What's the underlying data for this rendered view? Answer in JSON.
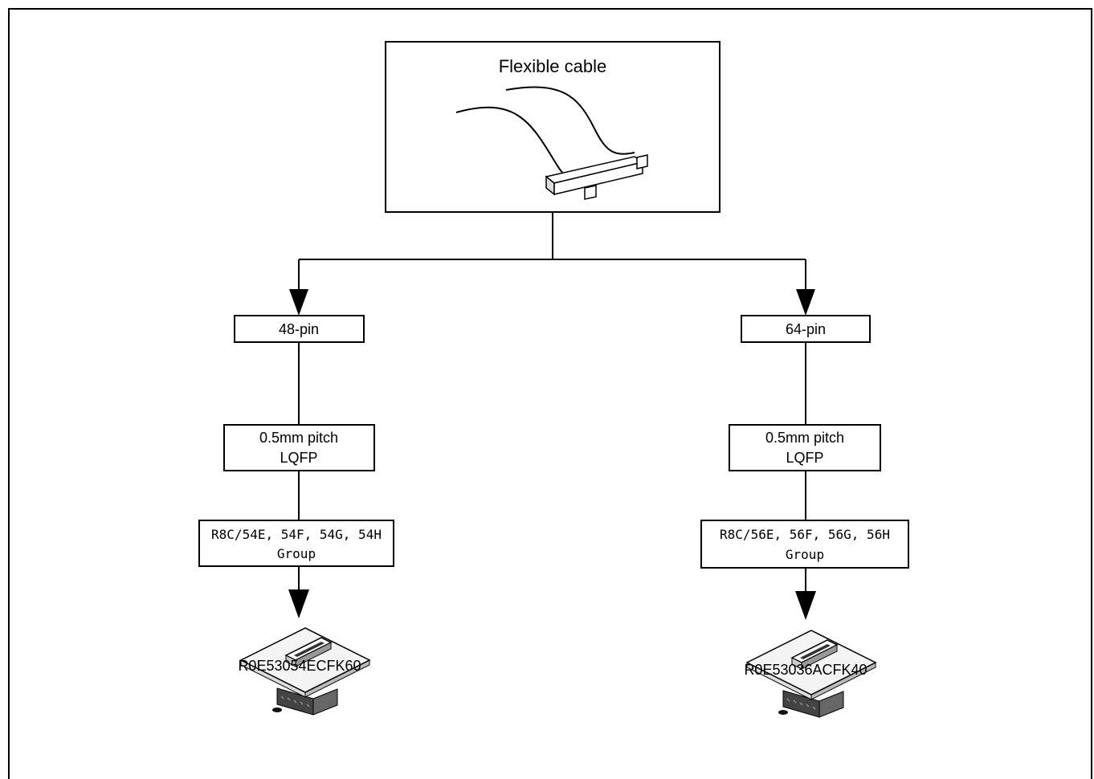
{
  "top_box": {
    "label": "Flexible cable"
  },
  "left_branch": {
    "pins": "48-pin",
    "package_line1": "0.5mm pitch",
    "package_line2": "LQFP",
    "group_line1": "R8C/54E, 54F, 54G, 54H",
    "group_line2": "Group",
    "part": "R0E53054ECFK60"
  },
  "right_branch": {
    "pins": "64-pin",
    "package_line1": "0.5mm pitch",
    "package_line2": "LQFP",
    "group_line1": "R8C/56E, 56F, 56G, 56H",
    "group_line2": "Group",
    "part": "R0E53036ACFK40"
  },
  "icons": {
    "cable": "flexible-cable-icon",
    "adapter": "converter-board-icon"
  }
}
